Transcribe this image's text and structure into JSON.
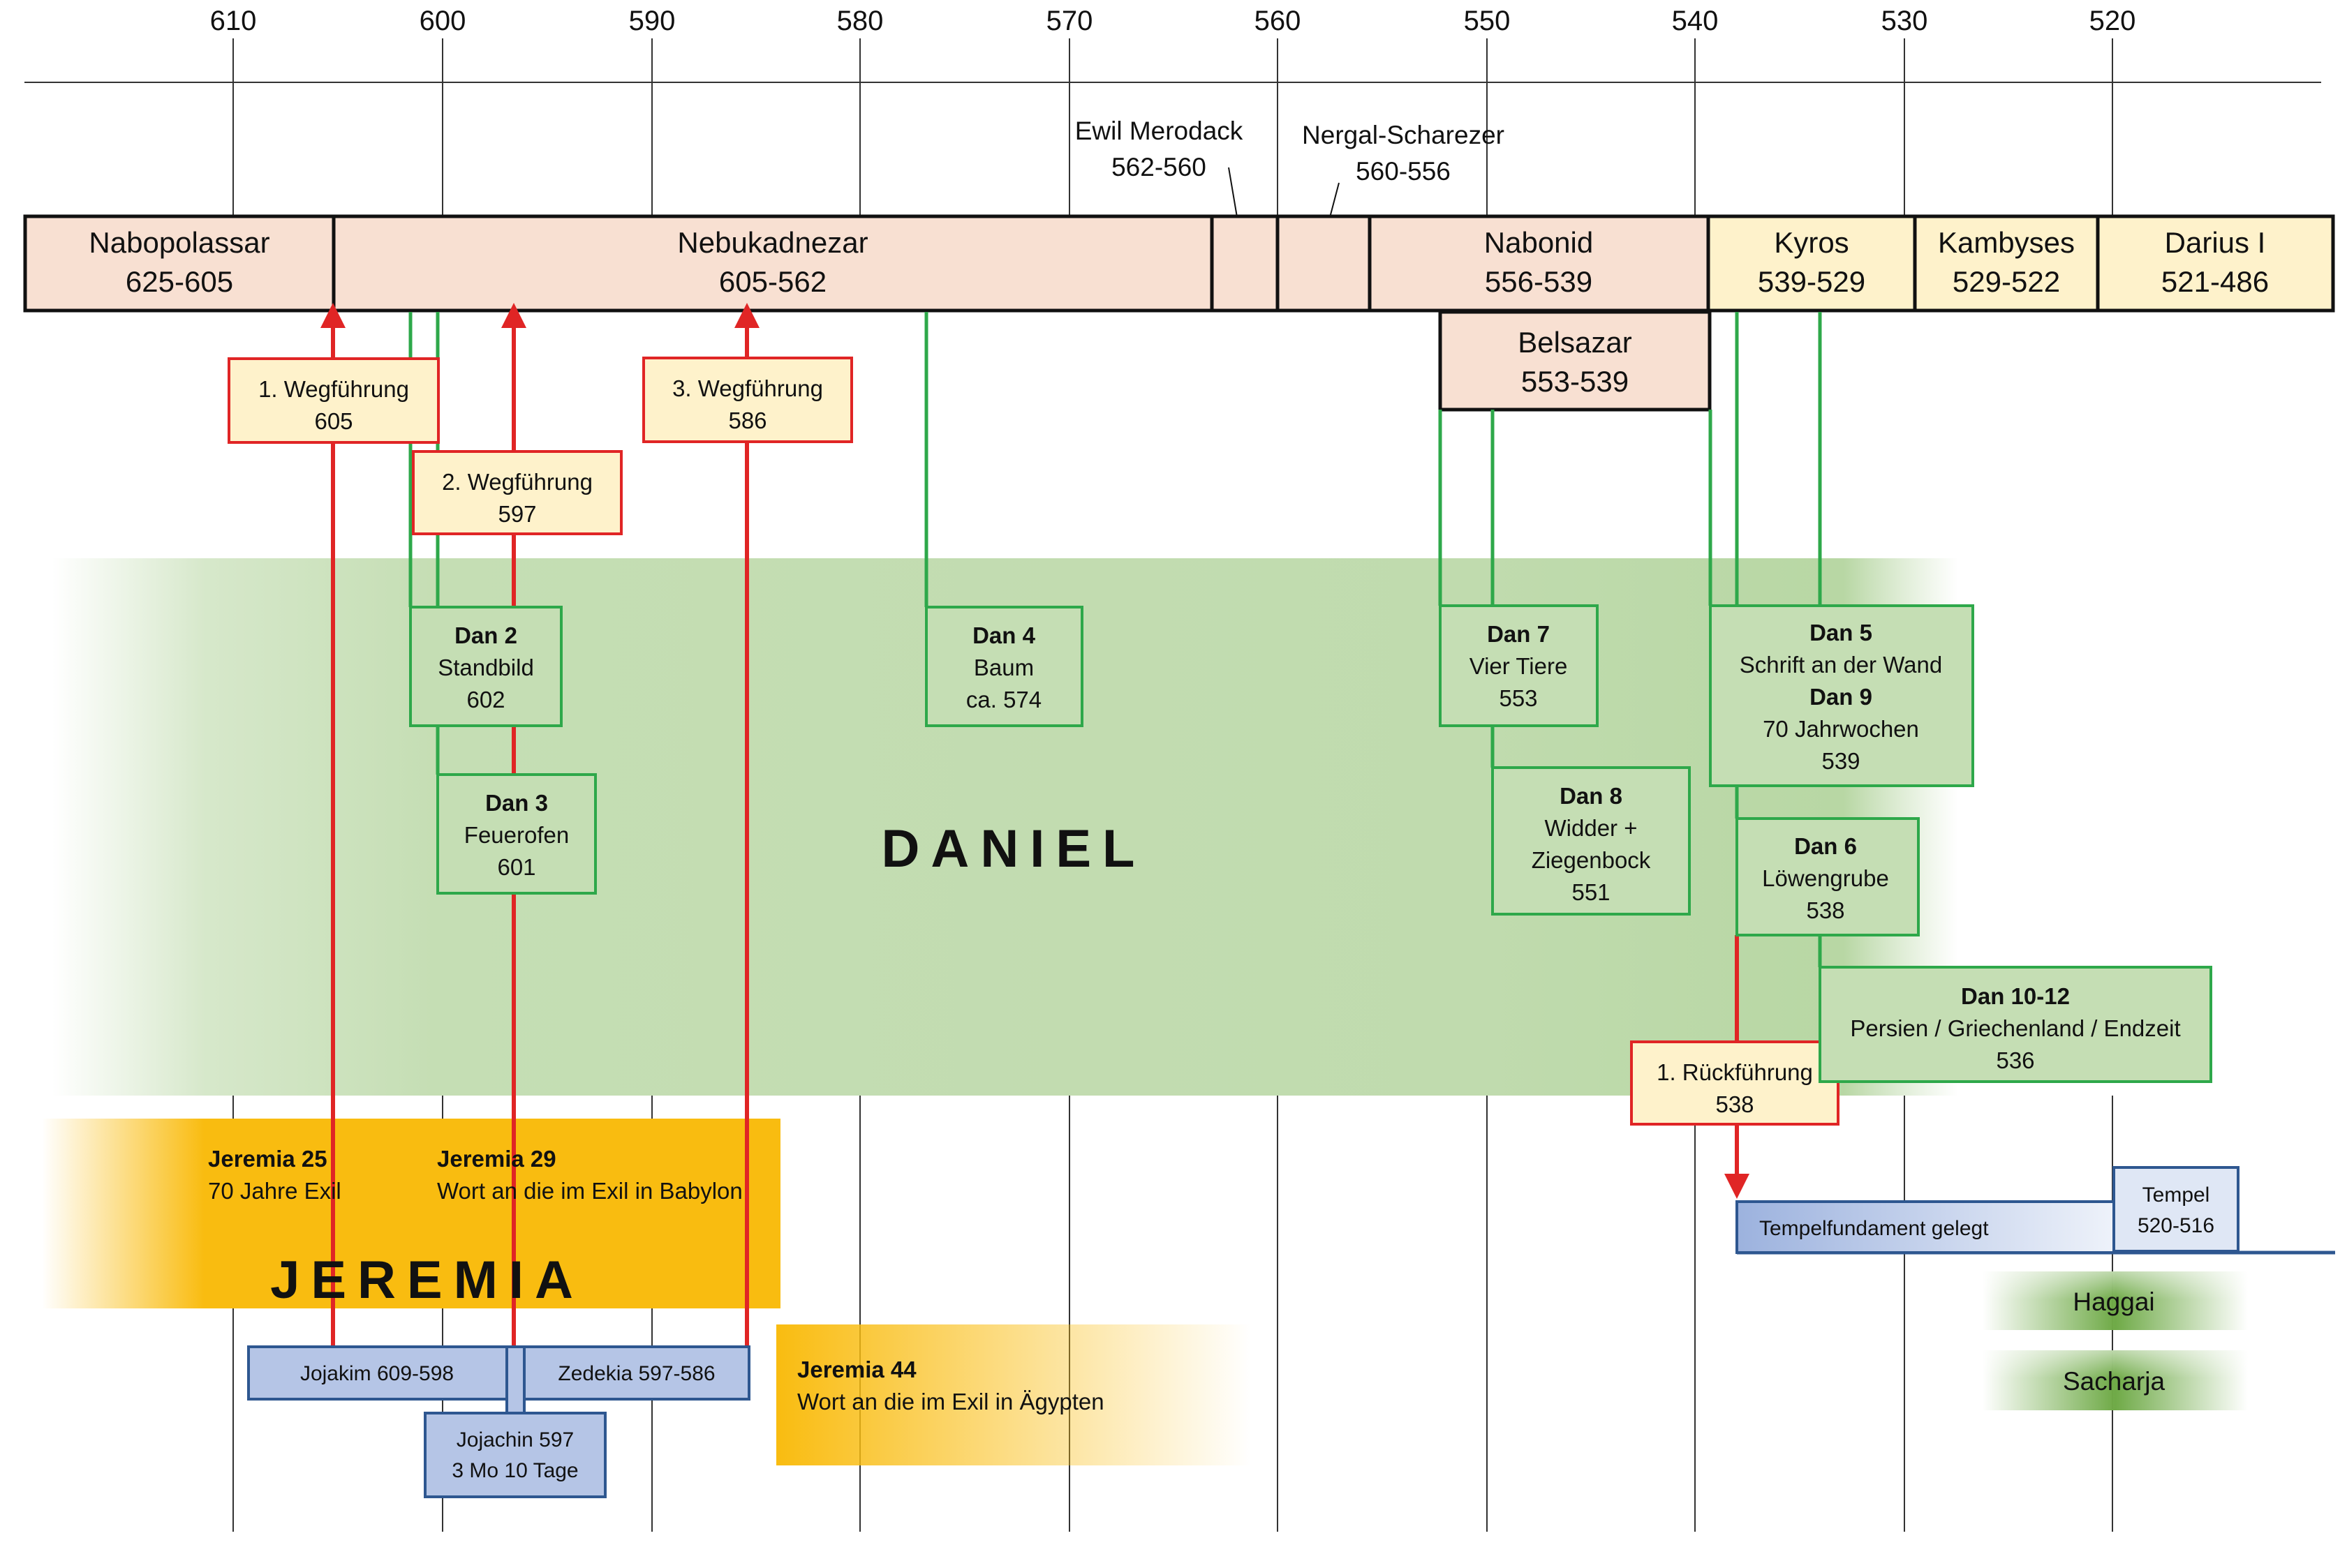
{
  "axis": {
    "ticks": [
      "610",
      "600",
      "590",
      "580",
      "570",
      "560",
      "550",
      "540",
      "530",
      "520"
    ]
  },
  "rulers": {
    "nabopolassar": {
      "name": "Nabopolassar",
      "years": "625-605"
    },
    "nebukadnezar": {
      "name": "Nebukadnezar",
      "years": "605-562"
    },
    "ewil": {
      "name": "Ewil Merodack",
      "years": "562-560"
    },
    "nergal": {
      "name": "Nergal-Scharezer",
      "years": "560-556"
    },
    "nabonid": {
      "name": "Nabonid",
      "years": "556-539"
    },
    "belsazar": {
      "name": "Belsazar",
      "years": "553-539"
    },
    "kyros": {
      "name": "Kyros",
      "years": "539-529"
    },
    "kambyses": {
      "name": "Kambyses",
      "years": "529-522"
    },
    "darius": {
      "name": "Darius I",
      "years": "521-486"
    }
  },
  "deportations": {
    "first": {
      "label": "1. Wegführung",
      "year": "605"
    },
    "second": {
      "label": "2. Wegführung",
      "year": "597"
    },
    "third": {
      "label": "3. Wegführung",
      "year": "586"
    },
    "return": {
      "label": "1. Rückführung",
      "year": "538"
    }
  },
  "daniel": {
    "title": "DANIEL",
    "dan2": {
      "ref": "Dan 2",
      "topic": "Standbild",
      "year": "602"
    },
    "dan3": {
      "ref": "Dan 3",
      "topic": "Feuerofen",
      "year": "601"
    },
    "dan4": {
      "ref": "Dan 4",
      "topic": "Baum",
      "year": "ca. 574"
    },
    "dan7": {
      "ref": "Dan 7",
      "topic": "Vier Tiere",
      "year": "553"
    },
    "dan8": {
      "ref": "Dan 8",
      "topic1": "Widder +",
      "topic2": "Ziegenbock",
      "year": "551"
    },
    "dan5": {
      "ref": "Dan 5",
      "topic": "Schrift an der Wand"
    },
    "dan9": {
      "ref": "Dan 9",
      "topic": "70 Jahrwochen",
      "year": "539"
    },
    "dan6": {
      "ref": "Dan 6",
      "topic": "Löwengrube",
      "year": "538"
    },
    "dan10": {
      "ref": "Dan 10-12",
      "topic": "Persien / Griechenland / Endzeit",
      "year": "536"
    }
  },
  "jeremia": {
    "title": "JEREMIA",
    "jer25": {
      "ref": "Jeremia 25",
      "text": "70 Jahre Exil"
    },
    "jer29": {
      "ref": "Jeremia 29",
      "text": "Wort an die im Exil in Babylon"
    },
    "jer44": {
      "ref": "Jeremia 44",
      "text": "Wort an die im Exil in Ägypten"
    }
  },
  "kings": {
    "jojakim": "Jojakim 609-598",
    "zedekia": "Zedekia 597-586",
    "jojachin1": "Jojachin 597",
    "jojachin2": "3 Mo 10 Tage"
  },
  "temple": {
    "foundation": "Tempelfundament gelegt",
    "label": "Tempel",
    "years": "520-516"
  },
  "prophets": {
    "haggai": "Haggai",
    "sacharja": "Sacharja"
  },
  "colors": {
    "ruler_fill": "#f8e0d2",
    "persian_fill": "#fef2cb",
    "daniel_band": "#c5deb4",
    "green_line": "#2ea84a",
    "red_line": "#e02525",
    "jeremia": "#f9bc10",
    "king_fill": "#b5c5e6",
    "king_stroke": "#2e5790",
    "prophet_green": "#6faa47"
  }
}
